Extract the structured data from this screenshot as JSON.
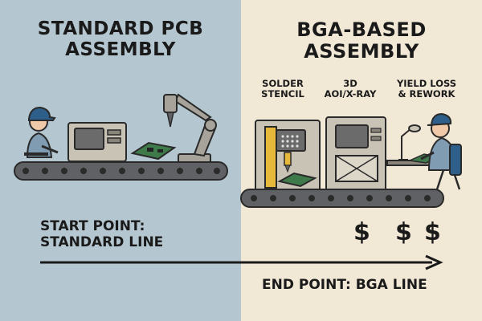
{
  "left": {
    "title_line1": "STANDARD PCB",
    "title_line2": "ASSEMBLY",
    "bg_color": "#b4c6cf"
  },
  "right": {
    "title_line1": "BGA-BASED",
    "title_line2": "ASSEMBLY",
    "bg_color": "#f1e8d6",
    "stages": [
      {
        "line1": "SOLDER",
        "line2": "STENCIL"
      },
      {
        "line1": "3D",
        "line2": "AOI/X-RAY"
      },
      {
        "line1": "YIELD LOSS",
        "line2": "& REWORK"
      }
    ]
  },
  "timeline": {
    "start_line1": "START POINT:",
    "start_line2": "STANDARD LINE",
    "end_label": "END POINT: BGA LINE",
    "cost_symbols": [
      "$",
      "$",
      "$"
    ]
  },
  "colors": {
    "outline": "#2a2a2a",
    "conveyor": "#5f6164",
    "machine": "#b8b3a8",
    "screen": "#6b6b6b",
    "pcb": "#3f7a4a",
    "worker_cap": "#2e5f8a",
    "worker_shirt": "#7f9cb3",
    "robot": "#a8a39a",
    "gantry_yellow": "#e6b93a"
  }
}
